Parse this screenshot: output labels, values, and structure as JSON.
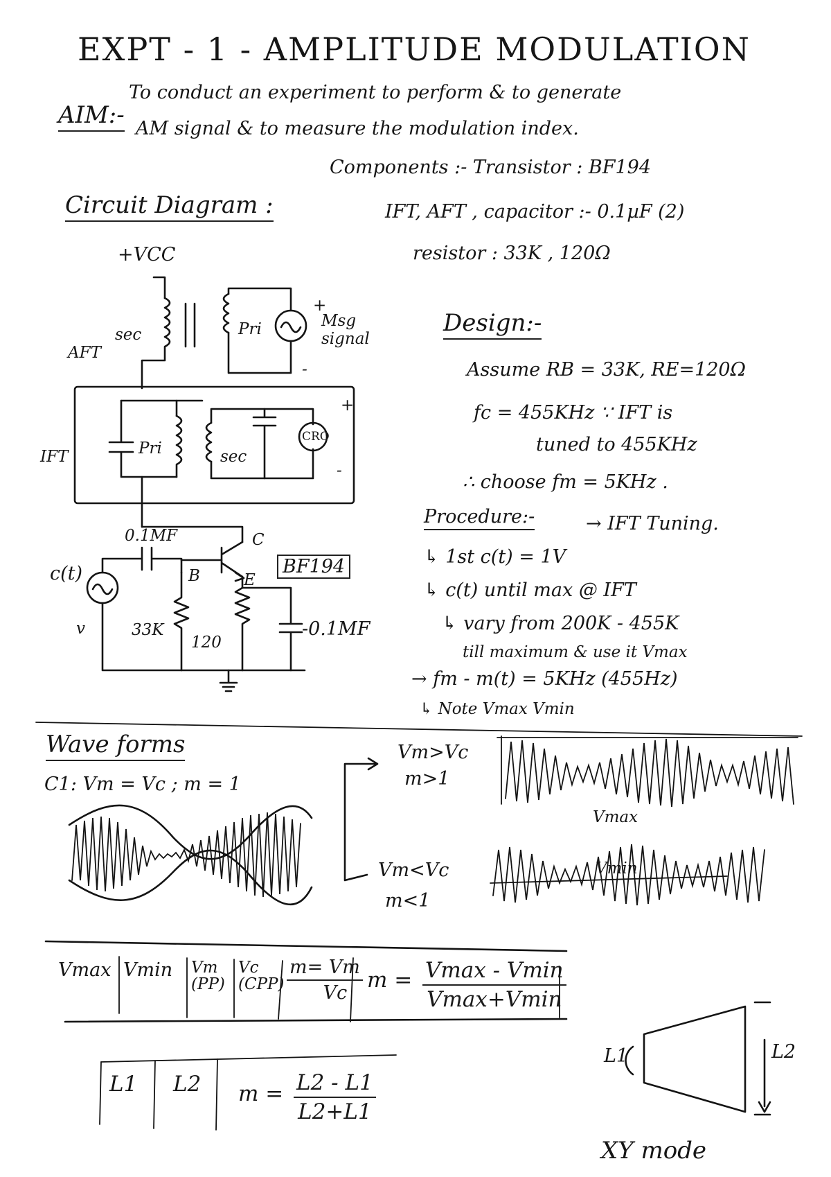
{
  "title": "EXPT - 1 - AMPLITUDE MODULATION",
  "aim": {
    "label": "AIM:-",
    "line1": "To conduct an experiment to perform & to generate",
    "line2": "AM signal & to measure the modulation index."
  },
  "components": {
    "line1": "Components :- Transistor : BF194",
    "line2": "IFT, AFT , capacitor :- 0.1µF (2)",
    "line3": "resistor : 33K , 120Ω"
  },
  "circuit": {
    "heading": "Circuit Diagram :",
    "vcc": "+VCC",
    "aft": "AFT",
    "ift": "IFT",
    "sec": "sec",
    "pri": "Pri",
    "msg_plus": "+",
    "msg_minus": "-",
    "msg_label": "Msg signal",
    "cro_label": "CRO",
    "cro_plus": "+",
    "cro_minus": "-",
    "cap1": "0.1MF",
    "cap2": "-0.1MF",
    "transistor": "BF194",
    "pin_c": "C",
    "pin_b": "B",
    "pin_e": "E",
    "source": "c(t)",
    "source_v": "v",
    "r1": "33K",
    "r2": "120"
  },
  "design": {
    "heading": "Design:-",
    "l1": "Assume RB = 33K, RE=120Ω",
    "l2": "fc = 455KHz ∵ IFT is",
    "l3": "tuned to 455KHz",
    "l4": "∴ choose fm = 5KHz ."
  },
  "procedure": {
    "heading": "Procedure:-",
    "tag": "→ IFT Tuning.",
    "s1": "↳ 1st c(t) = 1V",
    "s2": "↳ c(t) until max @ IFT",
    "s3": "↳ vary from 200K - 455K",
    "s4": "till maximum & use it Vmax",
    "s5": "→ fm - m(t) = 5KHz (455Hz)",
    "s6": "↳ Note Vmax Vmin"
  },
  "waveforms": {
    "heading": "Wave forms",
    "case1": "C1: Vm = Vc ; m = 1",
    "case2_a": "Vm>Vc",
    "case2_b": "m>1",
    "case3_a": "Vm<Vc",
    "case3_b": "m<1",
    "vmax": "Vmax",
    "vmin": "Vmin"
  },
  "table1": {
    "headers": [
      "Vmax",
      "Vmin",
      "Vm (PP)",
      "Vc (CPP)"
    ],
    "m_ratio_num": "m= Vm",
    "m_ratio_den": "Vc",
    "formula_lhs": "m =",
    "formula_num": "Vmax - Vmin",
    "formula_den": "Vmax+Vmin"
  },
  "table2": {
    "headers": [
      "L1",
      "L2"
    ],
    "formula_lhs": "m =",
    "formula_num": "L2 - L1",
    "formula_den": "L2+L1"
  },
  "xy": {
    "l1": "L1",
    "l2": "L2",
    "caption": "XY mode"
  }
}
